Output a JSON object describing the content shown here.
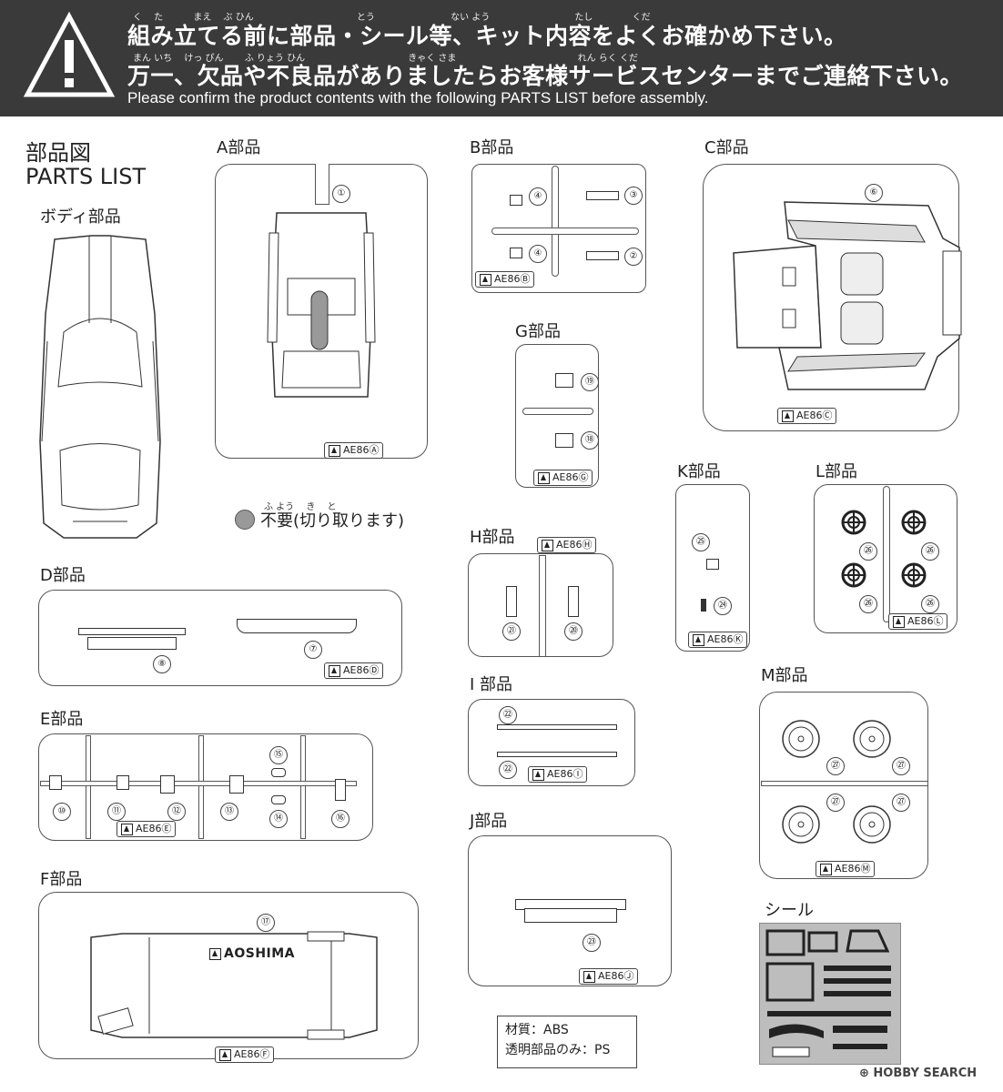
{
  "banner": {
    "ruby1": "く　 た　　　 まえ　 ぶ ひん　　　　　　　　　　　 とう　　　　　　　　 ない よう　　　　　　　　　 たし　　　　 くだ",
    "line1": "組み立てる前に部品・シール等、キット内容をよくお確かめ下さい。",
    "ruby2": "まん いち　 けっ ぴん　　 ふ りょう ひん　　　　　　　　　　　 きゃく さま　　　　　　　　　　　　　 れん らく くだ",
    "line2": "万一、欠品や不良品がありましたらお客様サービスセンターまでご連絡下さい。",
    "line3": "Please confirm the product contents with the following PARTS LIST before assembly."
  },
  "header": {
    "title_jp": "部品図",
    "title_en": "PARTS LIST",
    "body_label": "ボディ部品"
  },
  "legend": {
    "ruby": "ふ よう　 き　 と",
    "text": "不要(切り取ります)"
  },
  "groups": {
    "A": "A部品",
    "B": "B部品",
    "C": "C部品",
    "D": "D部品",
    "E": "E部品",
    "F": "F部品",
    "G": "G部品",
    "H": "H部品",
    "I": "I 部品",
    "J": "J部品",
    "K": "K部品",
    "L": "L部品",
    "M": "M部品",
    "seal": "シール"
  },
  "tags": {
    "A": "AE86Ⓐ",
    "B": "AE86Ⓑ",
    "C": "AE86Ⓒ",
    "D": "AE86Ⓓ",
    "E": "AE86Ⓔ",
    "F": "AE86Ⓕ",
    "G": "AE86Ⓖ",
    "H": "AE86Ⓗ",
    "I": "AE86Ⓘ",
    "J": "AE86Ⓙ",
    "K": "AE86Ⓚ",
    "L": "AE86Ⓛ",
    "M": "AE86Ⓜ"
  },
  "nums": {
    "n1": "①",
    "n2": "②",
    "n3": "③",
    "n4a": "④",
    "n4b": "④",
    "n6": "⑥",
    "n7": "⑦",
    "n8": "⑧",
    "n10": "⑩",
    "n11": "⑪",
    "n12": "⑫",
    "n13": "⑬",
    "n14": "⑭",
    "n15": "⑮",
    "n16": "⑯",
    "n17": "⑰",
    "n18": "⑱",
    "n19": "⑲",
    "n20": "⑳",
    "n21": "㉑",
    "n22a": "㉒",
    "n22b": "㉒",
    "n23": "㉓",
    "n24": "㉔",
    "n25": "㉕",
    "n26a": "㉖",
    "n26b": "㉖",
    "n26c": "㉖",
    "n26d": "㉖",
    "n27a": "㉗",
    "n27b": "㉗",
    "n27c": "㉗",
    "n27d": "㉗"
  },
  "floor_logo": "AOSHIMA",
  "material": {
    "line1": "材質：ABS",
    "line2": "透明部品のみ：PS"
  },
  "watermark": "HOBBY SEARCH",
  "colors": {
    "banner_bg": "#3a3a3a",
    "unneeded_marker": "#999999"
  }
}
